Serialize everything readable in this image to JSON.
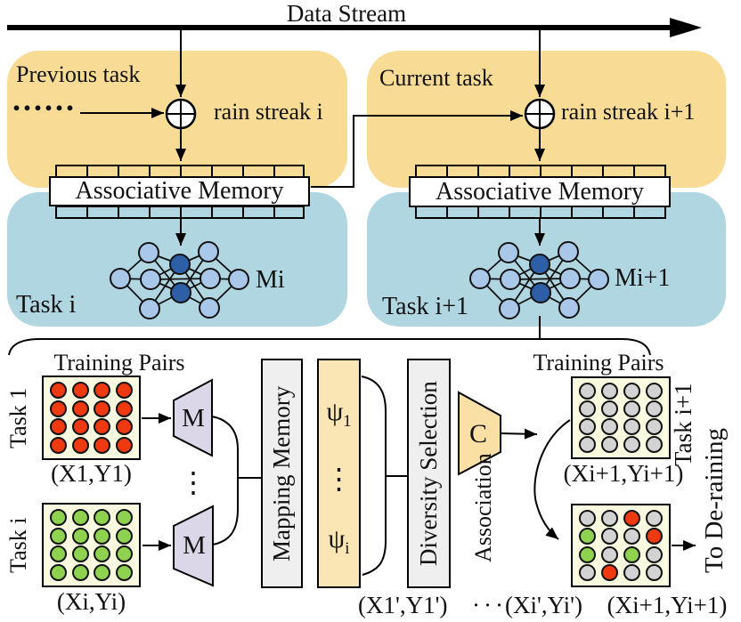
{
  "title": {
    "data_stream": "Data Stream"
  },
  "colors": {
    "yellow_panel": "#F8DC96",
    "blue_panel": "#AFD6E1",
    "grid_bg": "#FAFAE1",
    "red_dot": "#EE3911",
    "green_dot": "#8FD24F",
    "gray_dot": "#D3D3D3",
    "trapezoid_m_fill": "#DBD7E8",
    "memory_box_fill": "#EFEFEF",
    "psi_box_fill": "#FAE5B4",
    "c_trapezoid_fill": "#FAE0A4",
    "node_light": "#A9C8E9",
    "node_dark": "#2E5FA6"
  },
  "top_left": {
    "panel_label": "Previous task",
    "ellipsis": "......",
    "rain_streak": "rain streak i",
    "memory_label": "Associative Memory"
  },
  "top_right": {
    "panel_label": "Current task",
    "rain_streak": "rain streak i+1",
    "memory_label": "Associative Memory"
  },
  "task_left": {
    "label": "Task i",
    "model": "Mi"
  },
  "task_right": {
    "label": "Task i+1",
    "model": "Mi+1"
  },
  "bottom": {
    "training_pairs_left": "Training Pairs",
    "training_pairs_right": "Training Pairs",
    "task1_label": "Task 1",
    "task1_pair": "(X1,Y1)",
    "taski_label": "Task i",
    "taski_pair": "(Xi,Yi)",
    "m1": "M",
    "m2": "M",
    "m_dots": "⋮",
    "mapping_memory": "Mapping Memory",
    "psi_1": {
      "base": "ψ",
      "sub": "1"
    },
    "psi_dots": "⋮",
    "psi_i": {
      "base": "ψ",
      "sub": "i"
    },
    "diversity_selection": "Diversity Selection",
    "c_label": "C",
    "taski1_label": "Task i+1",
    "pair_top": "(Xi+1,Yi+1)",
    "association": "Association",
    "pair_bottom": "(Xi+1,Yi+1)",
    "to_deraining": "To De-raining",
    "selected_1": "(X1',Y1')",
    "selected_dots": "···",
    "selected_i": "(Xi',Yi')",
    "grids": {
      "task1": [
        "red",
        "red",
        "red",
        "red",
        "red",
        "red",
        "red",
        "red",
        "red",
        "red",
        "red",
        "red",
        "red",
        "red",
        "red",
        "red"
      ],
      "taski": [
        "green",
        "green",
        "green",
        "green",
        "green",
        "green",
        "green",
        "green",
        "green",
        "green",
        "green",
        "green",
        "green",
        "green",
        "green",
        "green"
      ],
      "taski1": [
        "gray",
        "gray",
        "gray",
        "gray",
        "gray",
        "gray",
        "gray",
        "gray",
        "gray",
        "gray",
        "gray",
        "gray",
        "gray",
        "gray",
        "gray",
        "gray"
      ],
      "mixed": [
        "gray",
        "gray",
        "red",
        "gray",
        "green",
        "gray",
        "gray",
        "red",
        "green",
        "gray",
        "green",
        "gray",
        "gray",
        "red",
        "gray",
        "gray"
      ]
    }
  }
}
